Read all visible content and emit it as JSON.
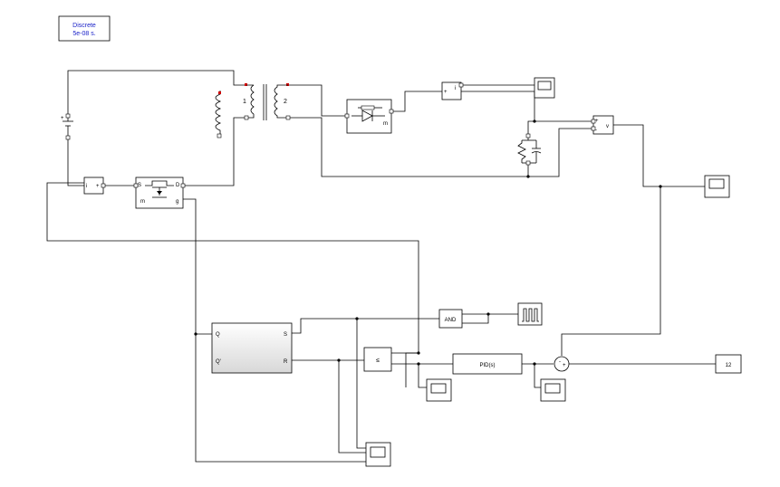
{
  "powergui": {
    "line1": "Discrete",
    "line2": "5e-08 s."
  },
  "transformer": {
    "winding1": "1",
    "winding2": "2"
  },
  "diode_block": {
    "port_m": "m"
  },
  "mosfet_block": {
    "port_d": "D",
    "port_s": "S",
    "port_m": "m",
    "port_g": "g"
  },
  "current_meas_1": {
    "in_plus": "i",
    "out_plus": "+"
  },
  "current_meas_2": {
    "in_plus": "+",
    "out_i": "i"
  },
  "voltage_meas": {
    "plus": "+",
    "minus": "-",
    "out": "v"
  },
  "logic_and": {
    "label": "AND"
  },
  "pid": {
    "label": "PID(s)"
  },
  "relational": {
    "symbol": "≤"
  },
  "sum_block": {
    "minus": "-",
    "plus": "+"
  },
  "constant": {
    "value": "12"
  },
  "flipflop": {
    "q": "Q",
    "qbar": "Q'",
    "s": "S",
    "r": "R"
  }
}
